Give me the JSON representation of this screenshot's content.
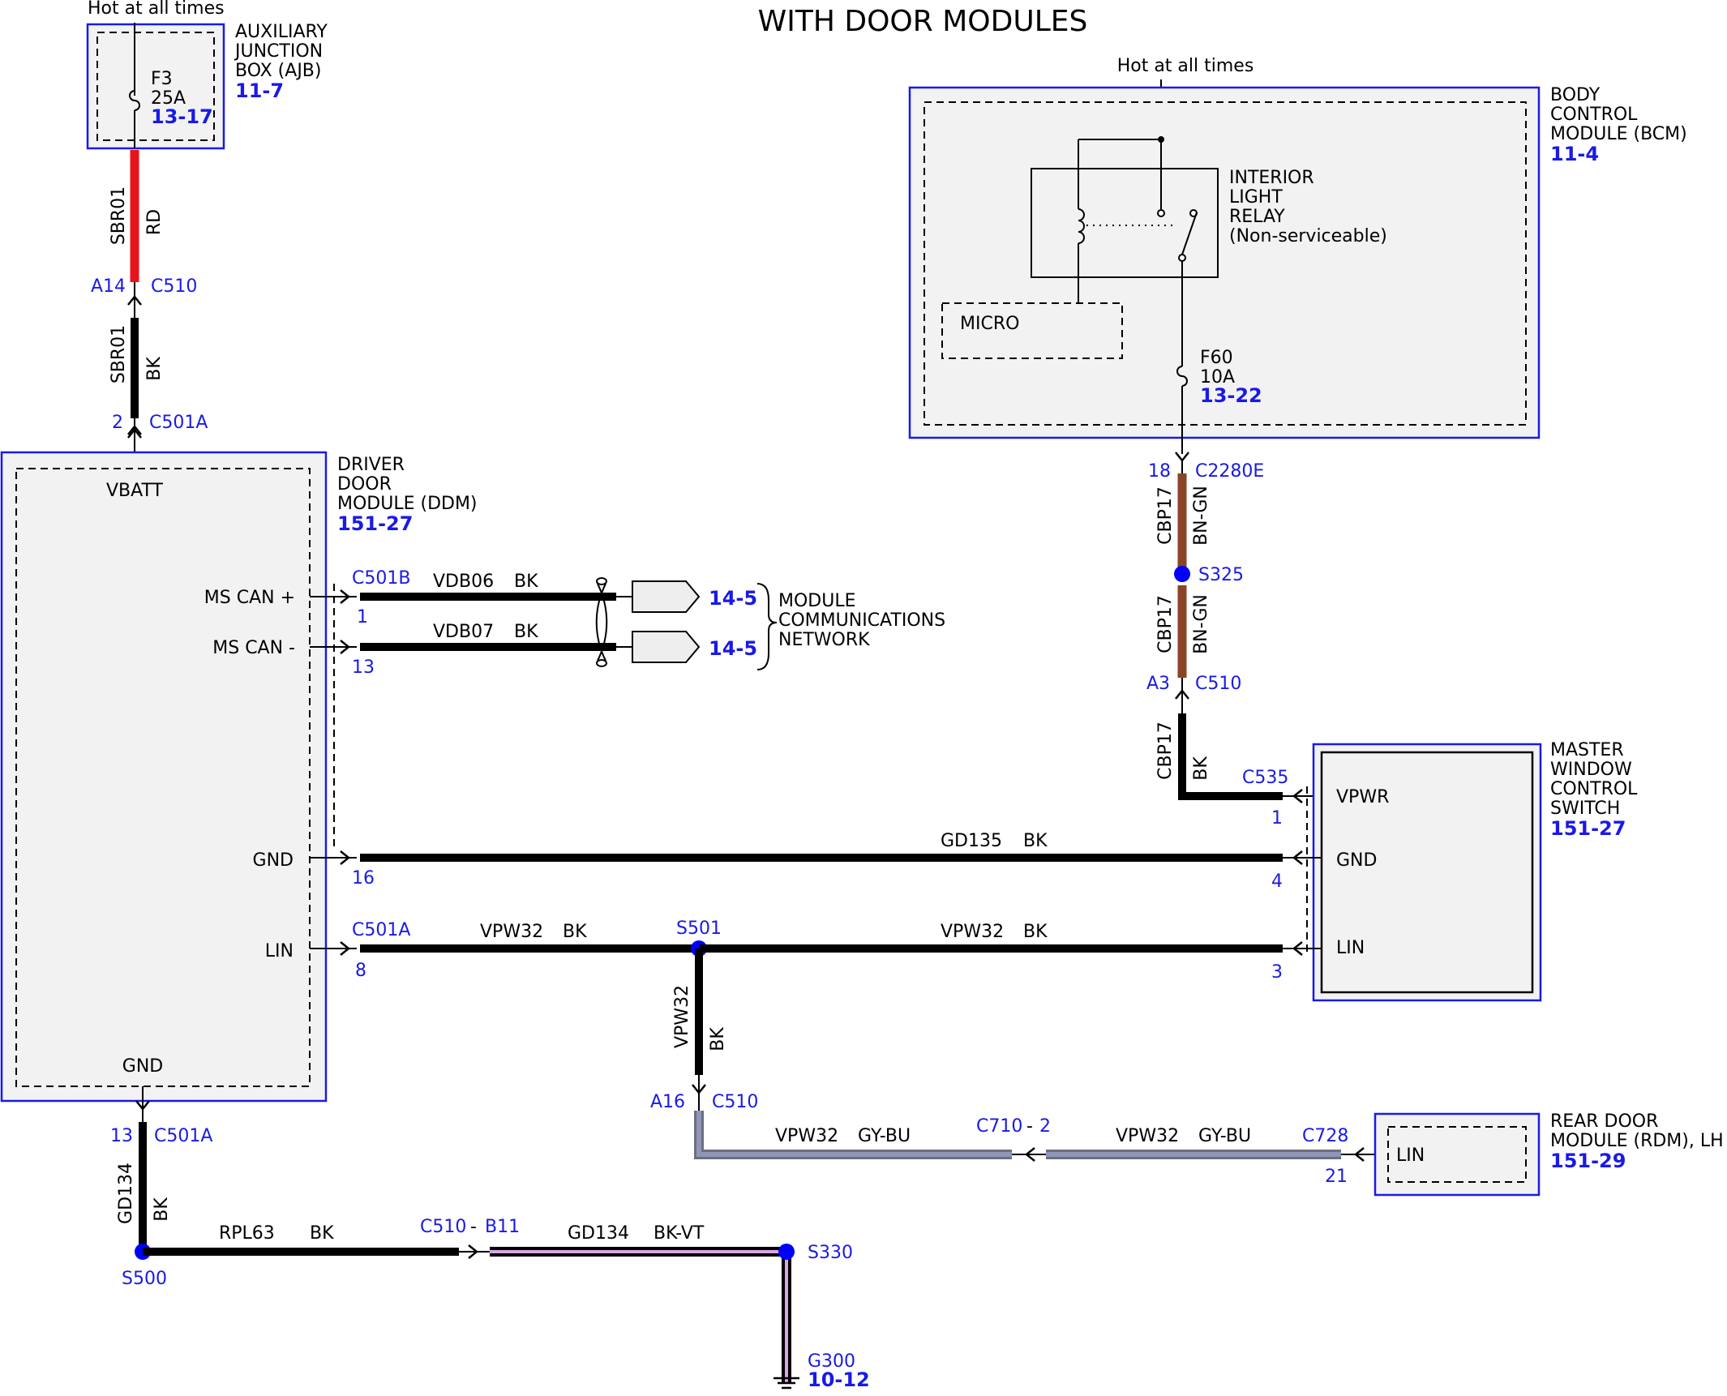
{
  "title": "WITH DOOR MODULES",
  "hot_ajb": "Hot at all times",
  "hot_bcm": "Hot at all times",
  "ajb": {
    "name": [
      "AUXILIARY",
      "JUNCTION",
      "BOX (AJB)"
    ],
    "ref": "11-7",
    "fuse": "F3",
    "fuse_rating": "25A",
    "fuse_ref": "13-17"
  },
  "bcm": {
    "name": [
      "BODY",
      "CONTROL",
      "MODULE (BCM)"
    ],
    "ref": "11-4",
    "relay": [
      "INTERIOR",
      "LIGHT",
      "RELAY",
      "(Non-serviceable)"
    ],
    "micro": "MICRO",
    "fuse": "F60",
    "fuse_rating": "10A",
    "fuse_ref": "13-22"
  },
  "ddm": {
    "name": [
      "DRIVER",
      "DOOR",
      "MODULE (DDM)"
    ],
    "ref": "151-27",
    "pins": {
      "vbatt": "VBATT",
      "ms_can_plus": "MS CAN +",
      "ms_can_minus": "MS CAN -",
      "gnd_right": "GND",
      "lin": "LIN",
      "gnd_bottom": "GND"
    }
  },
  "mwcs": {
    "name": [
      "MASTER",
      "WINDOW",
      "CONTROL",
      "SWITCH"
    ],
    "ref": "151-27",
    "pins": {
      "vpwr": "VPWR",
      "gnd": "GND",
      "lin": "LIN"
    }
  },
  "rdm": {
    "name": [
      "REAR DOOR",
      "MODULE (RDM), LH"
    ],
    "ref": "151-29",
    "pin": "LIN"
  },
  "network": {
    "label": [
      "MODULE",
      "COMMUNICATIONS",
      "NETWORK"
    ],
    "ref_plus": "14-5",
    "ref_minus": "14-5"
  },
  "wires": {
    "sbr01_rd": {
      "circuit": "SBR01",
      "color": "RD",
      "hex": "#e8141c"
    },
    "sbr01_bk": {
      "circuit": "SBR01",
      "color": "BK"
    },
    "vdb06": {
      "circuit": "VDB06",
      "color": "BK"
    },
    "vdb07": {
      "circuit": "VDB07",
      "color": "BK"
    },
    "cbp17_a": {
      "circuit": "CBP17",
      "color": "BN-GN",
      "hex": "#8b4426"
    },
    "cbp17_b": {
      "circuit": "CBP17",
      "color": "BN-GN"
    },
    "cbp17_c": {
      "circuit": "CBP17",
      "color": "BK"
    },
    "gd135": {
      "circuit": "GD135",
      "color": "BK"
    },
    "vpw32_a": {
      "circuit": "VPW32",
      "color": "BK"
    },
    "vpw32_b": {
      "circuit": "VPW32",
      "color": "BK"
    },
    "vpw32_c": {
      "circuit": "VPW32",
      "color": "BK"
    },
    "vpw32_d": {
      "circuit": "VPW32",
      "color": "GY-BU",
      "hex": "#8f96b8"
    },
    "vpw32_e": {
      "circuit": "VPW32",
      "color": "GY-BU"
    },
    "gd134_a": {
      "circuit": "GD134",
      "color": "BK"
    },
    "rpl63": {
      "circuit": "RPL63",
      "color": "BK"
    },
    "gd134_b": {
      "circuit": "GD134",
      "color": "BK-VT",
      "hex": "#d9a6e6"
    },
    "gd134_c": {}
  },
  "connectors": {
    "c510_a14": {
      "pin": "A14",
      "name": "C510"
    },
    "c501a_2": {
      "pin": "2",
      "name": "C501A"
    },
    "c501b": {
      "name": "C501B",
      "pin_plus": "1",
      "pin_minus": "13"
    },
    "c501a_16": "16",
    "c501a_8": {
      "name": "C501A",
      "pin": "8"
    },
    "c501a_13": {
      "pin": "13",
      "name": "C501A"
    },
    "c2280e": {
      "pin": "18",
      "name": "C2280E"
    },
    "c510_a3": {
      "pin": "A3",
      "name": "C510"
    },
    "c535": {
      "name": "C535",
      "pin_vpwr": "1",
      "pin_gnd": "4",
      "pin_lin": "3"
    },
    "c510_a16": {
      "pin": "A16",
      "name": "C510"
    },
    "c710": {
      "name": "C710",
      "sep": "-",
      "pin": "2"
    },
    "c728": {
      "name": "C728",
      "pin": "21"
    },
    "c510_b11": {
      "name": "C510",
      "sep": "-",
      "pin": "B11"
    }
  },
  "splices": {
    "s325": "S325",
    "s501": "S501",
    "s500": "S500",
    "s330": "S330"
  },
  "ground": {
    "name": "G300",
    "ref": "10-12"
  },
  "colors": {
    "module_border": "#1a1ae6",
    "module_fill": "#f2f2f2",
    "splice": "#0000ff"
  }
}
